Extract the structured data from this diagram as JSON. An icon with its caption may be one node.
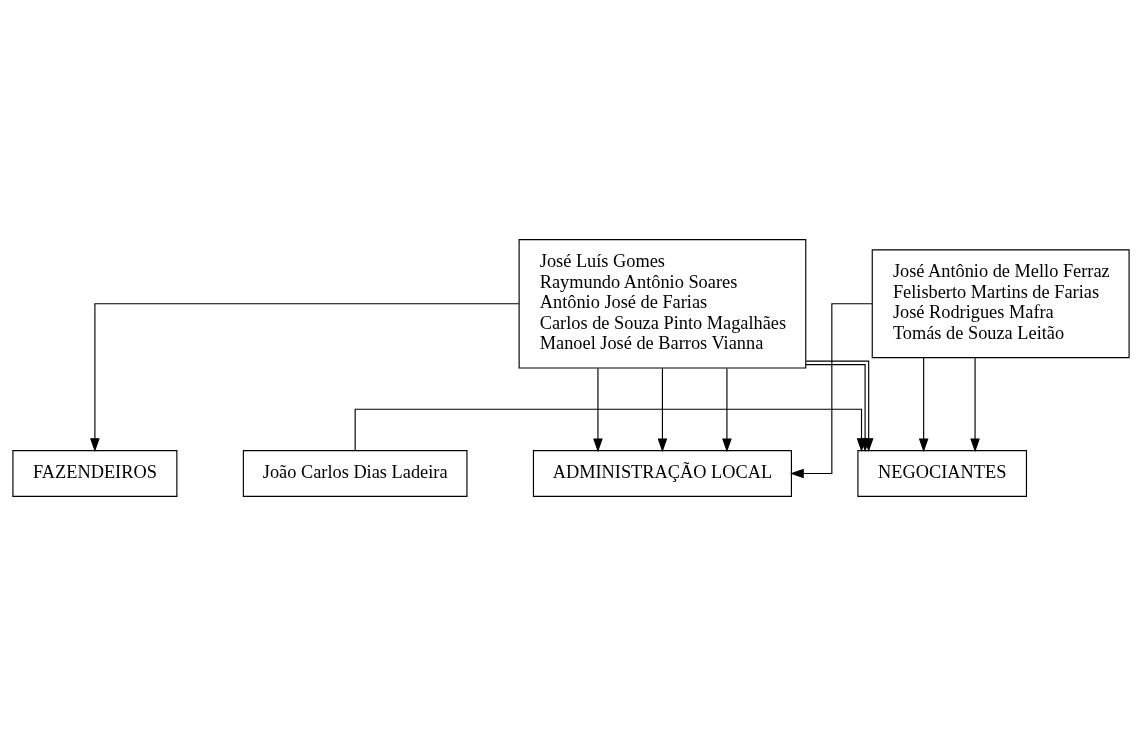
{
  "diagram": {
    "nodes": [
      {
        "text": [
          "FAZENDEIROS"
        ]
      },
      {
        "text": [
          "ADMINISTRAÇÃO LOCAL"
        ]
      },
      {
        "text": [
          "José Luís Gomes",
          "Raymundo Antônio Soares",
          "Antônio José de Farias",
          "Carlos de Souza Pinto Magalhães",
          "Manoel José de Barros Vianna"
        ]
      },
      {
        "text": [
          "José Antônio de Mello Ferraz",
          "Felisberto Martins de Farias",
          "José Rodrigues Mafra",
          "Tomás de Souza Leitão"
        ]
      },
      {
        "text": [
          "NEGOCIANTES"
        ]
      },
      {
        "text": [
          "João Carlos Dias Ladeira"
        ]
      }
    ],
    "edges": [
      {
        "from": 2,
        "to": 0,
        "arrow": "to"
      },
      {
        "from": 2,
        "to": 1,
        "arrow": "to"
      },
      {
        "from": 2,
        "to": 1,
        "arrow": "to"
      },
      {
        "from": 2,
        "to": 1,
        "arrow": "to"
      },
      {
        "from": 2,
        "to": 4,
        "arrow": "to"
      },
      {
        "from": 2,
        "to": 4,
        "arrow": "to"
      },
      {
        "from": 3,
        "to": 1,
        "arrow": "to"
      },
      {
        "from": 3,
        "to": 4,
        "arrow": "to"
      },
      {
        "from": 3,
        "to": 4,
        "arrow": "to"
      },
      {
        "from": 5,
        "to": 4,
        "arrow": "to"
      }
    ]
  }
}
